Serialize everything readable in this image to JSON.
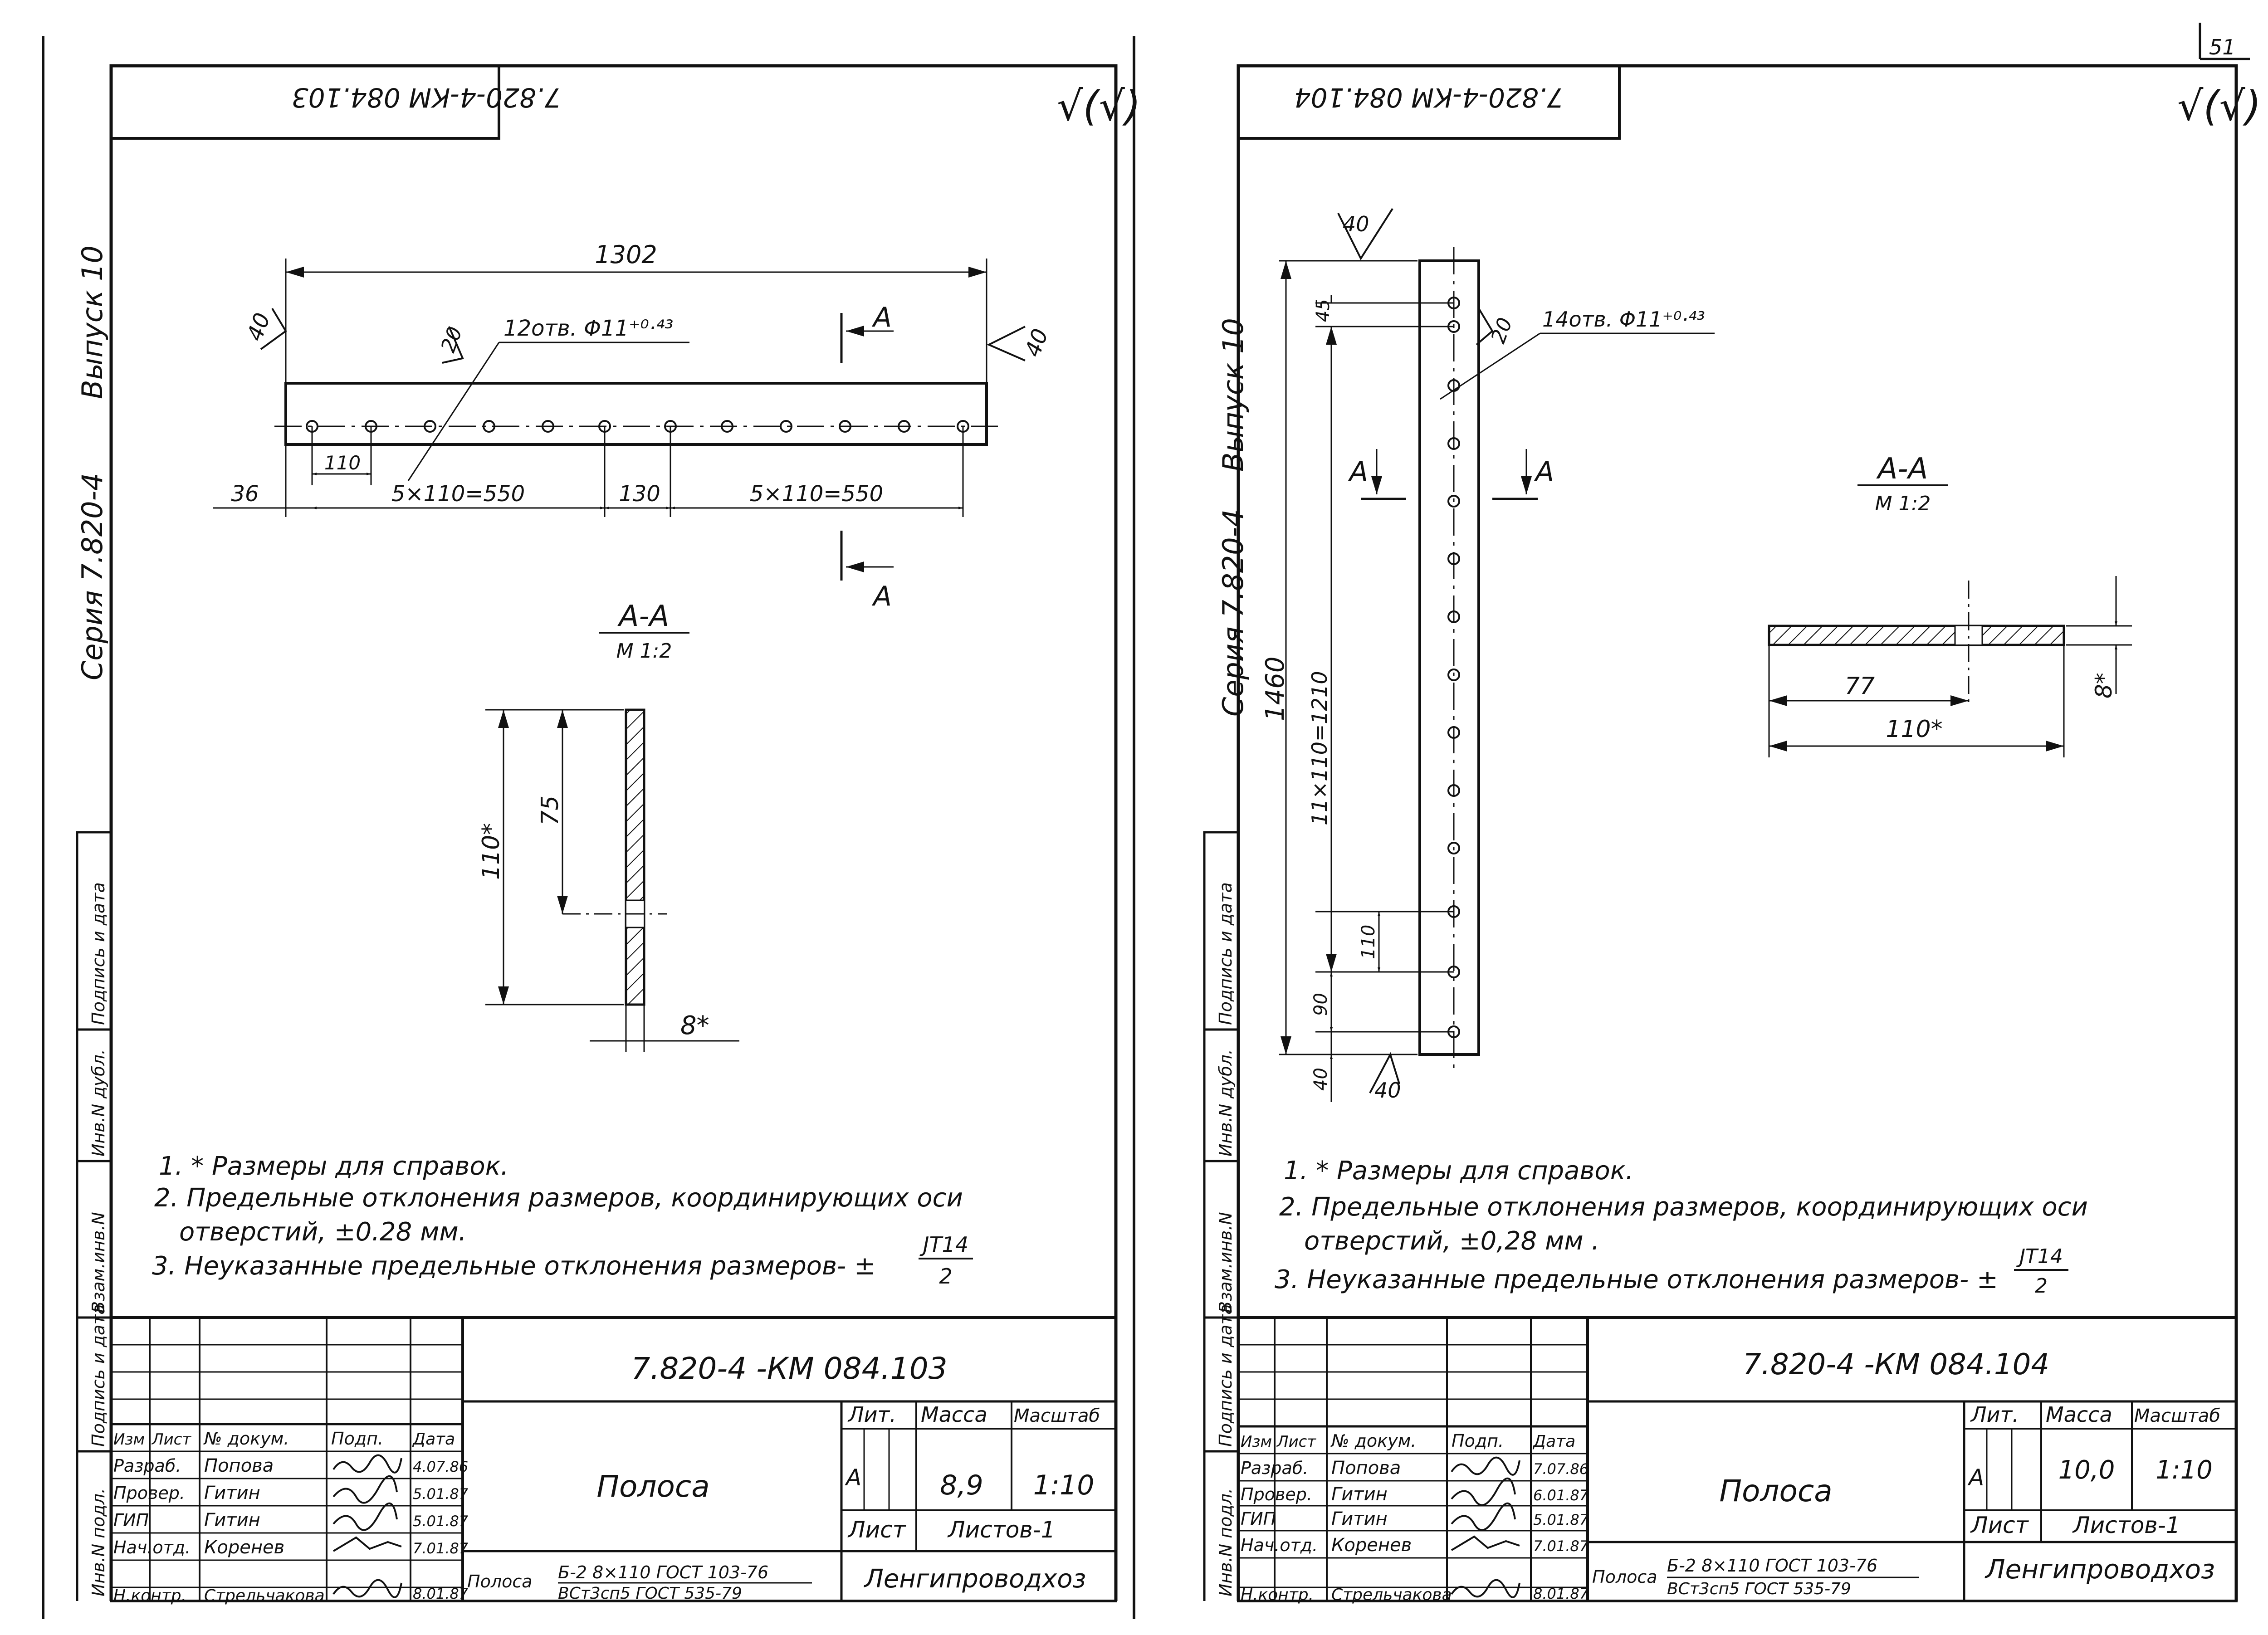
{
  "page_number": "51",
  "sheets": [
    {
      "code_mirrored": "7.820-4-КМ 084.103",
      "roughness": "√(√)",
      "series": "Серия 7.820-4",
      "issue": "Выпуск 10",
      "dims": {
        "overall": "1302",
        "angle_left": "40",
        "angle_right": "40",
        "angle_hole": "20",
        "holes": "12отв. Φ11⁺⁰·⁴³",
        "edge": "36",
        "pitch": "110",
        "group1": "5×110=550",
        "gap": "130",
        "group2": "5×110=550",
        "sec_h": "110*",
        "sec_75": "75",
        "sec_t": "8*"
      },
      "section_mark": "А",
      "section_title": "А-А",
      "section_scale": "М 1:2",
      "notes": [
        "1. * Размеры для справок.",
        "2. Предельные отклонения размеров, координирующих оси",
        "отверстий,  ±0.28 мм.",
        "3. Неуказанные предельные отклонения размеров- ±"
      ],
      "tol_num": "JT14",
      "tol_den": "2",
      "title_code": "7.820-4 -КМ 084.103",
      "part_name": "Полоса",
      "lit": "Лит.",
      "mass_h": "Масса",
      "scale_h": "Масштаб",
      "lit_val": "А",
      "mass": "8,9",
      "scale": "1:10",
      "sheet": "Лист",
      "sheets_total": "Листов-1",
      "material_name": "Полоса",
      "material_1": "Б-2  8×110 ГОСТ 103-76",
      "material_2": "ВСт3сп5 ГОСТ 535-79",
      "org": "Ленгипроводхоз",
      "hdr": [
        "Изм",
        "Лист",
        "№ докум.",
        "Подп.",
        "Дата"
      ],
      "roles": [
        "Разраб.",
        "Провер.",
        "ГИП",
        "Нач.отд.",
        "Н.контр."
      ],
      "people": [
        "Попова",
        "Гитин",
        "Гитин",
        "Коренев",
        "Стрельчакова"
      ],
      "dates": [
        "4.07.86",
        "5.01.87",
        "5.01.87",
        "7.01.87",
        "8.01.87"
      ],
      "side": [
        "Инв.N подл.",
        "Подпись и дата",
        "Взам.инв.N",
        "Инв.N дубл.",
        "Подпись и дата"
      ]
    },
    {
      "code_mirrored": "7.820-4-КМ 084.104",
      "roughness": "√(√)",
      "series": "Серия 7.820-4",
      "issue": "Выпуск 10",
      "dims": {
        "angle_top": "40",
        "angle_bottom": "40",
        "angle_hole": "20",
        "holes": "14отв. Φ11⁺⁰·⁴³",
        "top_edge": "45",
        "overall": "1460",
        "group": "11×110=1210",
        "pitch": "110",
        "bottom_90": "90",
        "bottom_40": "40",
        "sec_77": "77",
        "sec_w": "110*",
        "sec_t": "8*"
      },
      "section_mark": "А",
      "section_title": "А-А",
      "section_scale": "М 1:2",
      "notes": [
        "1. * Размеры для справок.",
        "2. Предельные отклонения размеров, координирующих оси",
        "отверстий, ±0,28 мм .",
        "3. Неуказанные предельные отклонения размеров- ±"
      ],
      "tol_num": "JT14",
      "tol_den": "2",
      "title_code": "7.820-4 -КМ 084.104",
      "part_name": "Полоса",
      "lit": "Лит.",
      "mass_h": "Масса",
      "scale_h": "Масштаб",
      "lit_val": "А",
      "mass": "10,0",
      "scale": "1:10",
      "sheet": "Лист",
      "sheets_total": "Листов-1",
      "material_name": "Полоса",
      "material_1": "Б-2  8×110 ГОСТ 103-76",
      "material_2": "ВСт3сп5 ГОСТ 535-79",
      "org": "Ленгипроводхоз",
      "hdr": [
        "Изм",
        "Лист",
        "№ докум.",
        "Подп.",
        "Дата"
      ],
      "roles": [
        "Разраб.",
        "Провер.",
        "ГИП",
        "Нач.отд.",
        "Н.контр."
      ],
      "people": [
        "Попова",
        "Гитин",
        "Гитин",
        "Коренев",
        "Стрельчакова"
      ],
      "dates": [
        "7.07.86",
        "6.01.87",
        "5.01.87",
        "7.01.87",
        "8.01.87"
      ],
      "side": [
        "Инв.N подл.",
        "Подпись и дата",
        "Взам.инв.N",
        "Инв.N дубл.",
        "Подпись и дата"
      ]
    }
  ]
}
